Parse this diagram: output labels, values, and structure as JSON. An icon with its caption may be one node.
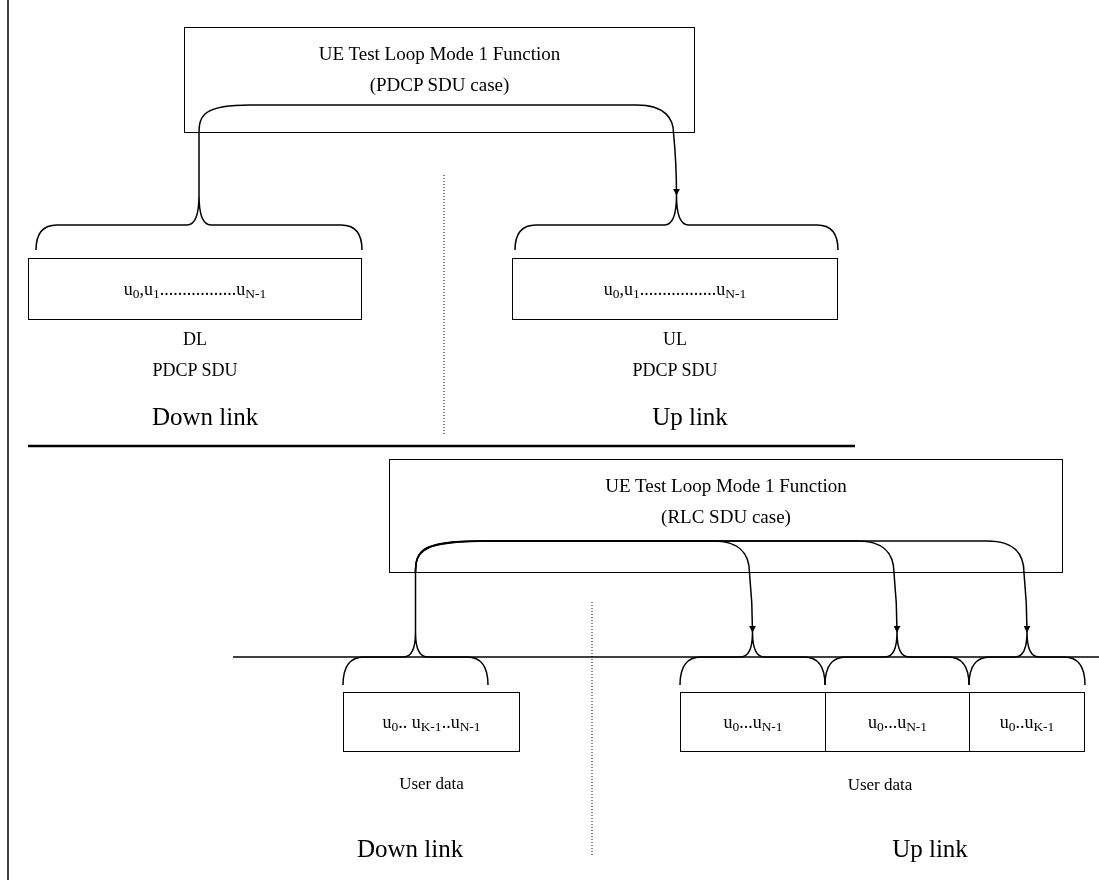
{
  "diagram": {
    "nodes": [
      {
        "text": [
          "UE Test Loop Mode 1 Function",
          "(PDCP SDU case)"
        ]
      },
      {
        "text": [
          "u$_{0}$,u$_{1}$.................u$_{N-1}$"
        ],
        "beside": [
          "DL",
          "PDCP SDU"
        ]
      },
      {
        "text": [
          "u$_{0}$,u$_{1}$.................u$_{N-1}$"
        ],
        "beside": [
          "UL",
          "PDCP SDU"
        ]
      },
      {
        "text": [
          "UE Test Loop Mode 1 Function",
          "(RLC SDU case)"
        ]
      },
      {
        "text": [
          "u$_{0}$.. u$_{K-1}$..u$_{N-1}$"
        ],
        "beside": [
          "User data"
        ]
      },
      {
        "text": [
          "u$_{0}$...u$_{N-1}$"
        ]
      },
      {
        "text": [
          "u$_{0}$...u$_{N-1}$"
        ]
      },
      {
        "text": [
          "u$_{0}$..u$_{K-1}$"
        ]
      }
    ],
    "edges": [
      {
        "from": 1,
        "to": 0,
        "arrow": "none"
      },
      {
        "from": 0,
        "to": 2,
        "arrow": "to"
      },
      {
        "from": 4,
        "to": 3,
        "arrow": "none"
      },
      {
        "from": 3,
        "to": 5,
        "arrow": "to"
      },
      {
        "from": 3,
        "to": 6,
        "arrow": "to"
      },
      {
        "from": 3,
        "to": 7,
        "arrow": "to"
      }
    ],
    "labels": [
      "Down link",
      "Up link",
      "User data",
      "Down link",
      "Up link"
    ]
  }
}
